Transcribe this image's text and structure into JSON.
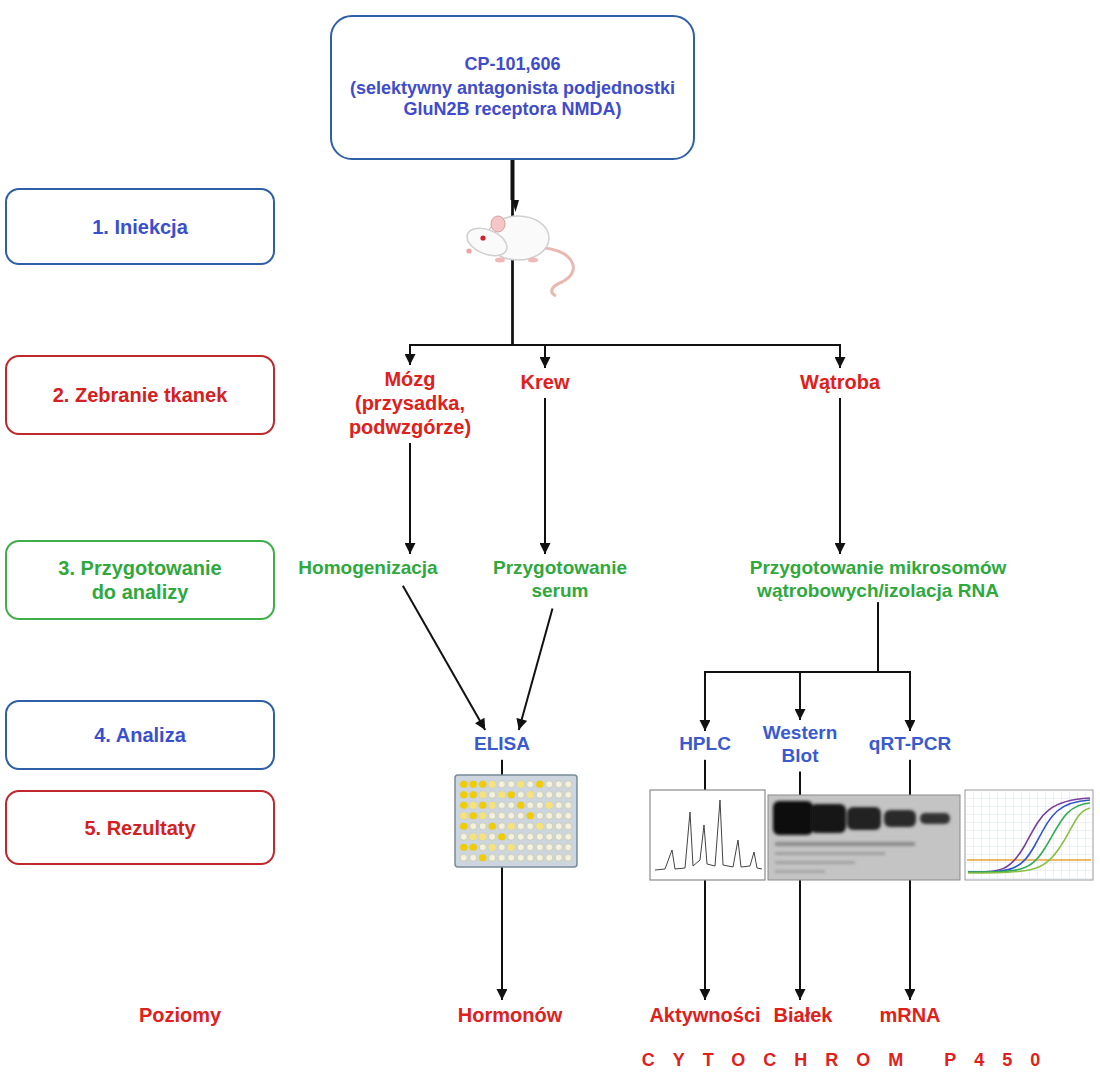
{
  "diagram": {
    "nodes": [
      {
        "text": [
          "CP-101,606",
          "(selektywny antagonista podjednostki GluN2B receptora NMDA)"
        ]
      },
      {
        "text": [
          "1. Iniekcja"
        ]
      },
      {
        "text": [
          "2. Zebranie tkanek"
        ]
      },
      {
        "text": [
          "Mózg (przysadka, podwzgórze)"
        ]
      },
      {
        "text": [
          "Krew"
        ]
      },
      {
        "text": [
          "Wątroba"
        ]
      },
      {
        "text": [
          "3. Przygotowanie do analizy"
        ]
      },
      {
        "text": [
          "Homogenizacja"
        ]
      },
      {
        "text": [
          "Przygotowanie serum"
        ]
      },
      {
        "text": [
          "Przygotowanie mikrosomów wątrobowych/izolacja RNA"
        ]
      },
      {
        "text": [
          "4. Analiza"
        ]
      },
      {
        "text": [
          "ELISA"
        ]
      },
      {
        "text": [
          "HPLC"
        ]
      },
      {
        "text": [
          "Western Blot"
        ]
      },
      {
        "text": [
          "qRT-PCR"
        ]
      },
      {
        "text": [
          "5. Rezultaty"
        ]
      },
      {
        "text": [
          "Hormonów"
        ]
      },
      {
        "text": [
          "Aktywności"
        ]
      },
      {
        "text": [
          "Białek"
        ]
      },
      {
        "text": [
          "mRNA"
        ]
      }
    ],
    "edges": [
      {
        "from": 0,
        "to": 3,
        "arrow": "to"
      },
      {
        "from": 0,
        "to": 4,
        "arrow": "to"
      },
      {
        "from": 0,
        "to": 5,
        "arrow": "to"
      },
      {
        "from": 3,
        "to": 7,
        "arrow": "to"
      },
      {
        "from": 4,
        "to": 8,
        "arrow": "to"
      },
      {
        "from": 5,
        "to": 9,
        "arrow": "to"
      },
      {
        "from": 7,
        "to": 11,
        "arrow": "to"
      },
      {
        "from": 8,
        "to": 11,
        "arrow": "to"
      },
      {
        "from": 9,
        "to": 12,
        "arrow": "to"
      },
      {
        "from": 9,
        "to": 13,
        "arrow": "to"
      },
      {
        "from": 9,
        "to": 14,
        "arrow": "to"
      },
      {
        "from": 11,
        "to": 16,
        "arrow": "to"
      },
      {
        "from": 12,
        "to": 17,
        "arrow": "to"
      },
      {
        "from": 13,
        "to": 18,
        "arrow": "to"
      },
      {
        "from": 14,
        "to": 19,
        "arrow": "to"
      }
    ],
    "labels": [
      "Poziomy",
      "CYTOCHROM P450"
    ]
  }
}
